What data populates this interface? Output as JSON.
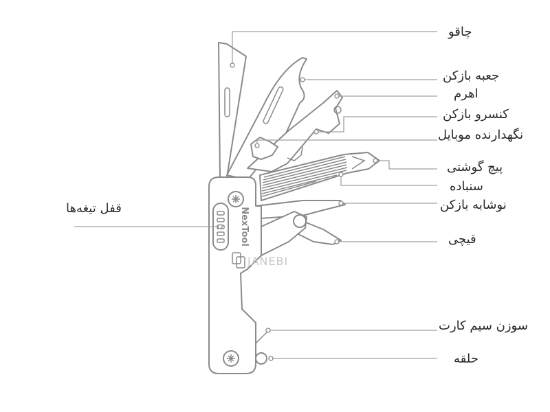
{
  "diagram": {
    "brand": "NexTool",
    "watermark": "JANEBI",
    "labels": {
      "knife": "چاقو",
      "bottle_opener": "جعبه بازکن",
      "lever": "اهرم",
      "can_opener": "کنسرو بازکن",
      "phone_holder": "نگهدارنده موبایل",
      "screwdriver": "پیچ گوشتی",
      "file": "سنباده",
      "drink_opener": "نوشابه بازکن",
      "scissors": "قیچی",
      "blade_lock": "قفل تیغه‌ها",
      "sim_pin": "سوزن سیم کارت",
      "ring": "حلقه"
    }
  }
}
